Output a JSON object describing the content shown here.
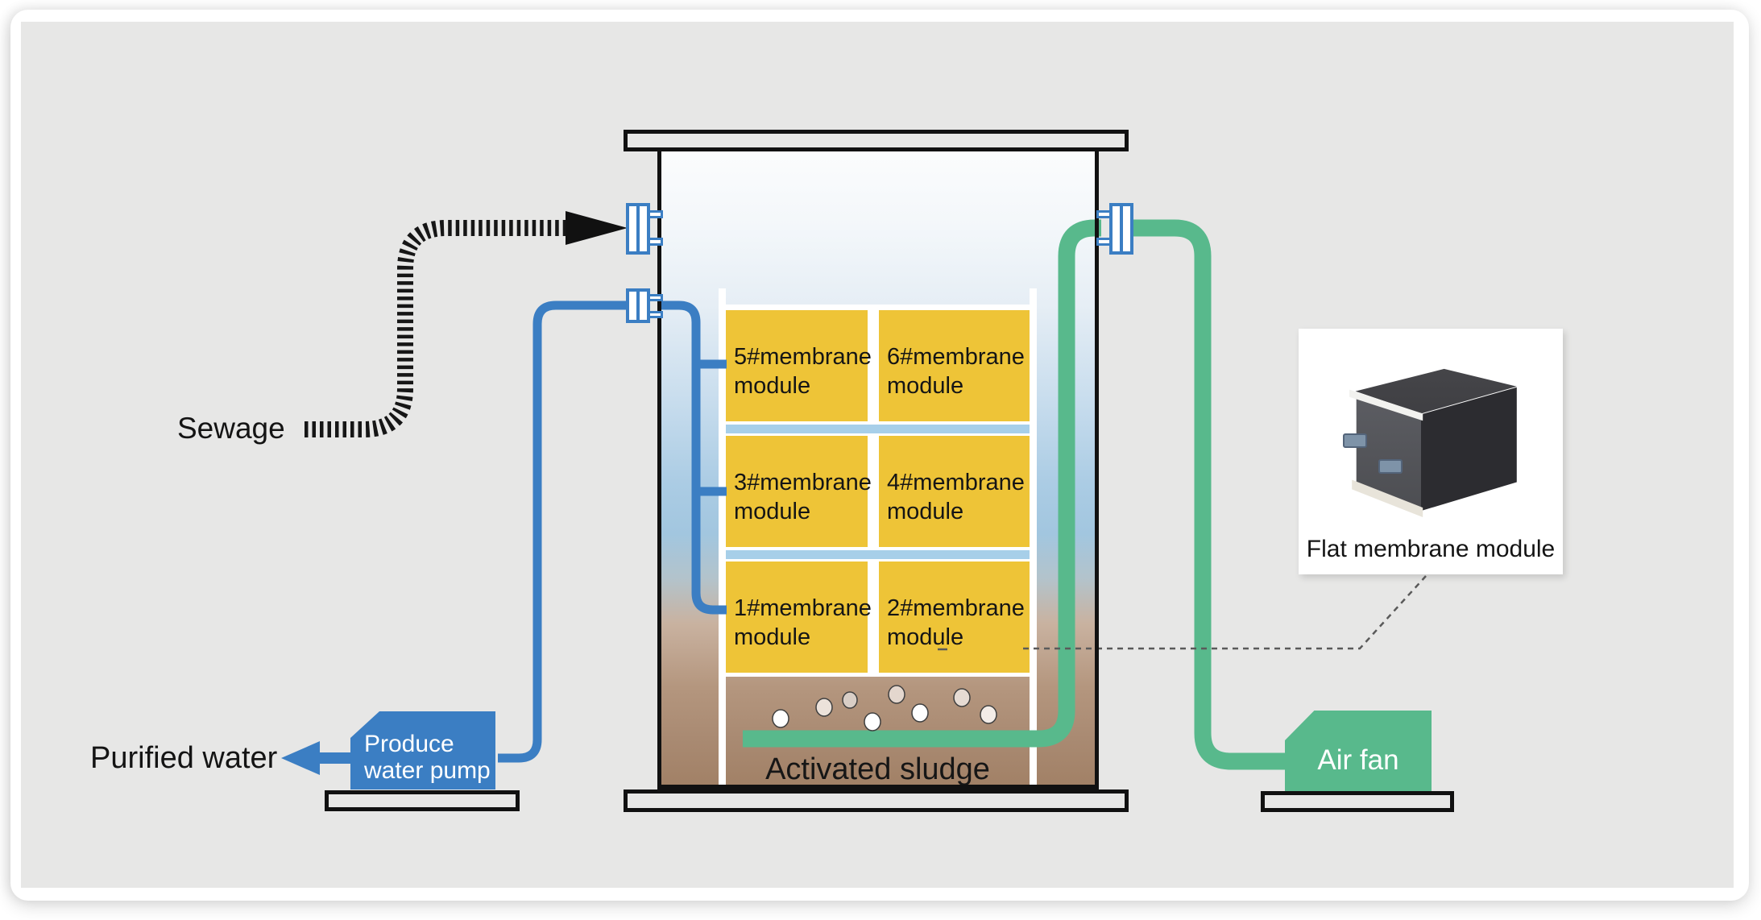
{
  "diagram": {
    "sewage_label": "Sewage",
    "purified_water_label": "Purified water",
    "pump_label_line1": "Produce",
    "pump_label_line2": "water pump",
    "air_fan_label": "Air fan",
    "activated_sludge_label": "Activated sludge",
    "flat_membrane_label": "Flat membrane module",
    "modules": [
      {
        "id": "5",
        "label": "5#membrane module"
      },
      {
        "id": "6",
        "label": "6#membrane module"
      },
      {
        "id": "3",
        "label": "3#membrane module"
      },
      {
        "id": "4",
        "label": "4#membrane module"
      },
      {
        "id": "1",
        "label": "1#membrane module"
      },
      {
        "id": "2",
        "label": "2#membrane module"
      }
    ],
    "colors": {
      "pipe_blue": "#3b7ec3",
      "pipe_green": "#58b98c",
      "module_yellow": "#eec437",
      "separator_blue": "#a7cfe9",
      "sludge_brown": "#a18065",
      "tank_water_blue": "#abcce4",
      "background_gray": "#e7e7e6",
      "outline_black": "#111111",
      "sewage_pipe_black": "#161616"
    }
  }
}
